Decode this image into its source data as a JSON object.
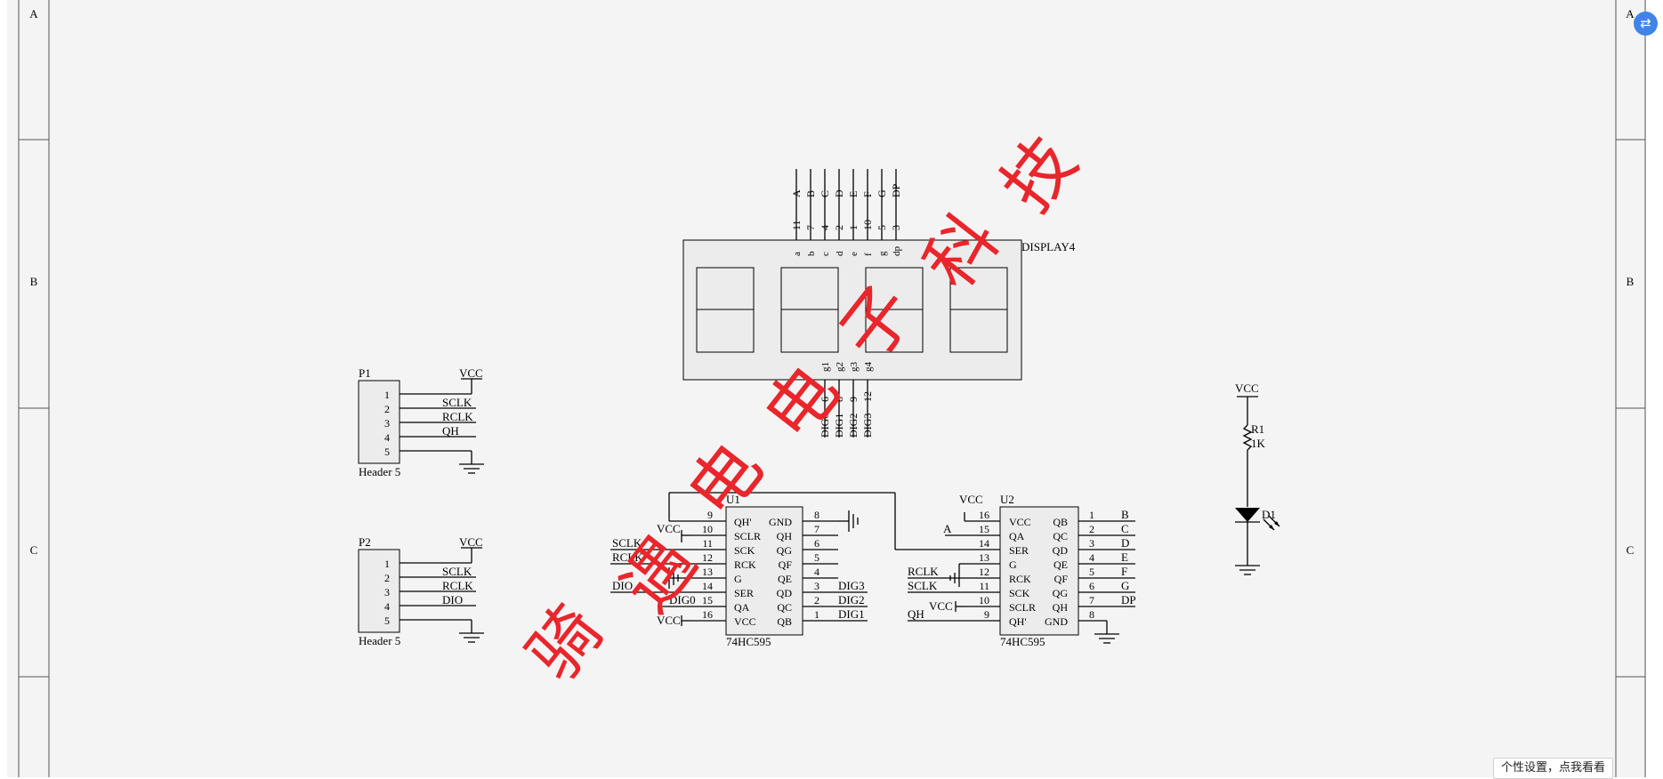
{
  "frame": {
    "row_labels": [
      "A",
      "B",
      "C"
    ]
  },
  "display": {
    "ref": "DISPLAY4",
    "top_pin_numbers": [
      "11",
      "7",
      "4",
      "2",
      "1",
      "10",
      "5",
      "3"
    ],
    "top_net_labels": [
      "A",
      "B",
      "C",
      "D",
      "E",
      "F",
      "G",
      "DP"
    ],
    "seg_labels": [
      "a",
      "b",
      "c",
      "d",
      "e",
      "f",
      "g",
      "dp"
    ],
    "digit_labels": [
      "g1",
      "g2",
      "g3",
      "g4"
    ],
    "bottom_pin_numbers": [
      "6",
      "8",
      "9",
      "12"
    ],
    "bottom_net_labels": [
      "DIG0",
      "DIG1",
      "DIG2",
      "DIG3"
    ]
  },
  "p1": {
    "ref": "P1",
    "name": "Header 5",
    "vcc": "VCC",
    "pins": [
      "1",
      "2",
      "3",
      "4",
      "5"
    ],
    "nets": [
      "SCLK",
      "RCLK",
      "QH"
    ]
  },
  "p2": {
    "ref": "P2",
    "name": "Header 5",
    "vcc": "VCC",
    "pins": [
      "1",
      "2",
      "3",
      "4",
      "5"
    ],
    "nets": [
      "SCLK",
      "RCLK",
      "DIO"
    ]
  },
  "u1": {
    "ref": "U1",
    "part": "74HC595",
    "left_pins": [
      "9",
      "10",
      "11",
      "12",
      "13",
      "14",
      "15",
      "16"
    ],
    "left_names": [
      "QH'",
      "SCLR",
      "SCK",
      "RCK",
      "G",
      "SER",
      "QA",
      "VCC"
    ],
    "right_names": [
      "GND",
      "QH",
      "QG",
      "QF",
      "QE",
      "QD",
      "QC",
      "QB"
    ],
    "right_pins": [
      "8",
      "7",
      "6",
      "5",
      "4",
      "3",
      "2",
      "1"
    ],
    "left_nets": [
      "VCC",
      "SCLK",
      "RCLK",
      "DIO",
      "VCC"
    ],
    "left_net_dig0": "DIG0",
    "right_nets": [
      "DIG3",
      "DIG2",
      "DIG1"
    ]
  },
  "u2": {
    "ref": "U2",
    "part": "74HC595",
    "left_pins": [
      "16",
      "15",
      "14",
      "13",
      "12",
      "11",
      "10",
      "9"
    ],
    "left_names": [
      "VCC",
      "QA",
      "SER",
      "G",
      "RCK",
      "SCK",
      "SCLR",
      "QH'"
    ],
    "right_names": [
      "QB",
      "QC",
      "QD",
      "QE",
      "QF",
      "QG",
      "QH",
      "GND"
    ],
    "right_pins": [
      "1",
      "2",
      "3",
      "4",
      "5",
      "6",
      "7",
      "8"
    ],
    "left_nets": [
      "VCC",
      "A",
      "RCLK",
      "SCLK",
      "VCC",
      "QH"
    ],
    "right_nets": [
      "B",
      "C",
      "D",
      "E",
      "F",
      "G",
      "DP"
    ]
  },
  "led": {
    "vcc": "VCC",
    "r_ref": "R1",
    "r_val": "1K",
    "d_ref": "D1"
  },
  "watermark": [
    "骑",
    "遇",
    "电",
    "电",
    "子",
    "科",
    "技"
  ],
  "ui": {
    "fab_icon": "translate-icon",
    "settings_label": "个性设置，点我看看"
  },
  "colors": {
    "watermark": "#e8262b",
    "fab": "#3f84e9",
    "paper": "#f4f4f4"
  }
}
